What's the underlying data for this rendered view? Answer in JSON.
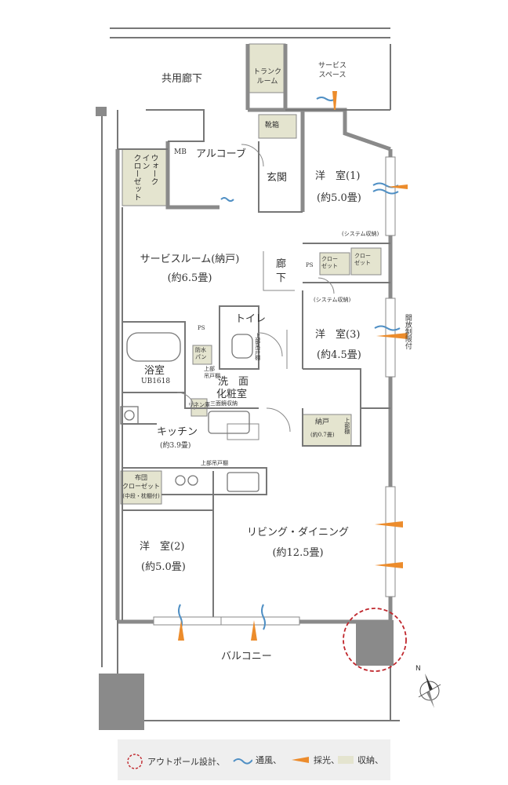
{
  "rooms": {
    "common_corridor": "共用廊下",
    "trunk_room": "トランク\nルーム",
    "service_space": "サービス\nスペース",
    "mb": "MB",
    "alcove": "アルコーブ",
    "shoe_cabinet": "靴箱",
    "entrance": "玄関",
    "walk_in_closet": "ウォーク\nイン\nクローゼット",
    "western1_name": "洋　室(1)",
    "western1_size": "(約5.0畳)",
    "service_room_name": "サービスルーム(納戸)",
    "service_room_size": "(約6.5畳)",
    "hallway": "廊\n下",
    "ps1": "PS",
    "closet_a": "クロー\nゼット",
    "closet_b": "クロー\nゼット",
    "system_storage_top": "(システム収納)",
    "system_storage_bottom": "(システム収納)",
    "ps2": "PS",
    "toilet": "トイレ",
    "toilet_cabinet": "上部吊戸棚",
    "waterproof_pan": "防水\nパン",
    "wall_cabinet_small": "上部\n吊戸棚",
    "bath_name": "浴室",
    "bath_code": "UB1618",
    "washroom_a": "洗　面",
    "washroom_b": "化粧室",
    "linen": "リネン庫",
    "three_mirror": "三面鏡収納",
    "western3_name": "洋　室(3)",
    "western3_size": "(約4.5畳)",
    "storage_name": "納戸",
    "storage_size": "(約0.7畳)",
    "storage_shelf": "上部棚",
    "kitchen_name": "キッチン",
    "kitchen_size": "(約3.9畳)",
    "kitchen_cabinet": "上部吊戸棚",
    "futon_closet": "布団\nクローゼット",
    "futon_note": "(中段・枕棚付)",
    "western2_name": "洋　室(2)",
    "western2_size": "(約5.0畳)",
    "living_name": "リビング・ダイニング",
    "living_size": "(約12.5畳)",
    "balcony": "バルコニー",
    "open_limiter": "開放制限付",
    "compass_n": "N"
  },
  "legend": {
    "outpole": "アウトポール設計、",
    "ventilation": "通風、",
    "daylight": "採光、",
    "storage": "収納、"
  },
  "colors": {
    "wall": "#8a8a8a",
    "storage_fill": "#e4e4cf",
    "ventilation": "#4f8fc4",
    "daylight": "#ec8c2c",
    "outpole": "#c0272d",
    "legend_bg": "#efefef"
  }
}
